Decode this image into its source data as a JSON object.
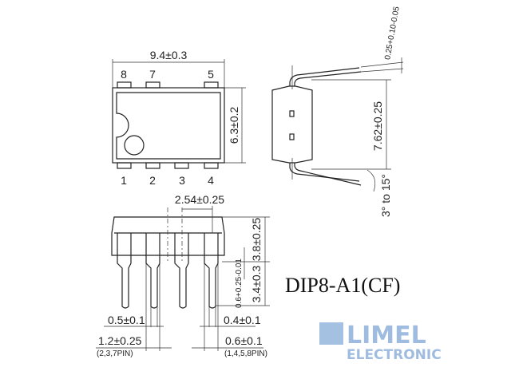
{
  "top_view": {
    "width_dim": "9.4±0.3",
    "height_dim": "6.3±0.2",
    "pins_top": [
      "8",
      "7",
      "5"
    ],
    "pins_bottom": [
      "1",
      "2",
      "3",
      "4"
    ]
  },
  "side_view": {
    "row_spacing_dim": "7.62±0.25",
    "lead_thickness_dim": "0.25+0.10-0.05",
    "lead_angle": "3° to 15°"
  },
  "front_view": {
    "pitch_dim": "2.54±0.25",
    "body_height_dim": "3.8±0.25",
    "lead_length_dim": "3.4±0.3",
    "standoff_dim": "0.6+0.25-0.01",
    "lead_width_dim": "0.5±0.1",
    "lead_width_dim_right": "0.4±0.1",
    "shoulder_width_dim": "1.2±0.25",
    "shoulder_pins": "(2,3,7PIN)",
    "shoulder_width_dim_right": "0.6±0.1",
    "shoulder_pins_right": "(1,4,5,8PIN)"
  },
  "package_name": "DIP8-A1(CF)",
  "watermark": {
    "line1": "LIMEL",
    "line2": "ELECTRONIC",
    "color": "#7fa6d6"
  }
}
